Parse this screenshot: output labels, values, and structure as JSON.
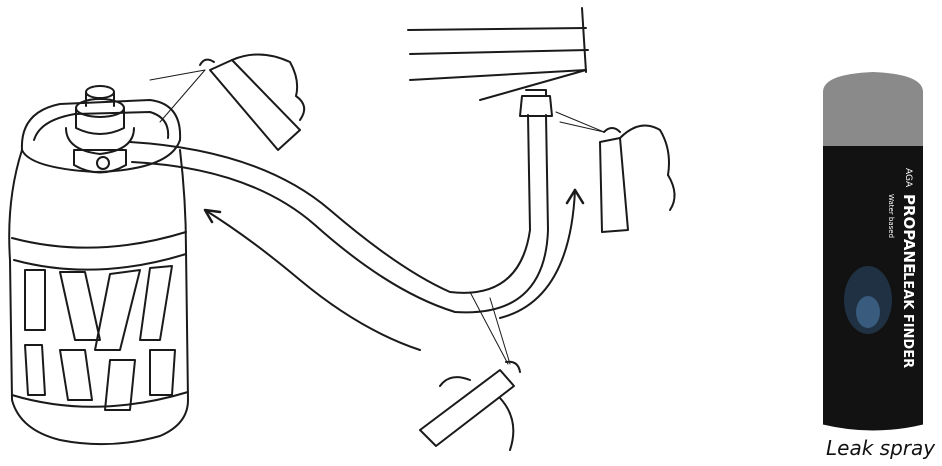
{
  "caption": "Leak spray",
  "can": {
    "brand": "AGA",
    "title_line1": "PROPANE",
    "title_line2": "LEAK FINDER",
    "subtitle": "Water based"
  },
  "colors": {
    "line": "#1a1a1a",
    "can_body": "#121212",
    "can_cap": "#8a8a8a",
    "can_text": "#ffffff"
  }
}
